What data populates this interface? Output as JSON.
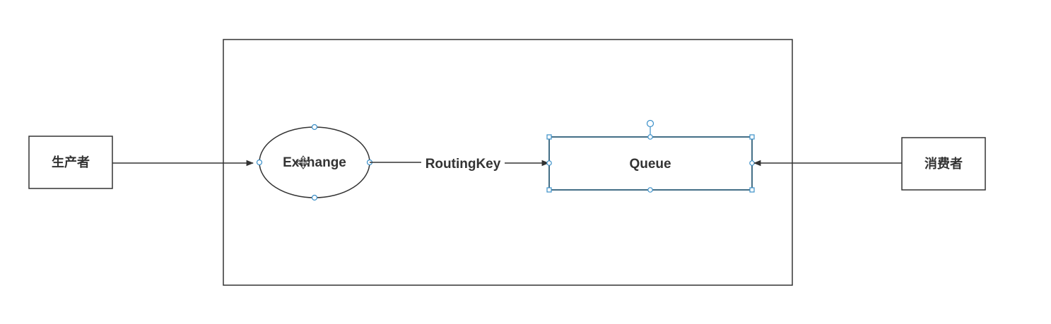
{
  "diagram": {
    "producer": {
      "label": "生产者"
    },
    "exchange": {
      "label": "Exchange"
    },
    "routing": {
      "label": "RoutingKey"
    },
    "queue": {
      "label": "Queue",
      "selected": true
    },
    "consumer": {
      "label": "消费者"
    }
  },
  "colors": {
    "stroke": "#333333",
    "selection": "#3a8fc8",
    "queue_border": "#2f5f7a"
  },
  "icons": {
    "cursor": "move-cursor-icon"
  }
}
